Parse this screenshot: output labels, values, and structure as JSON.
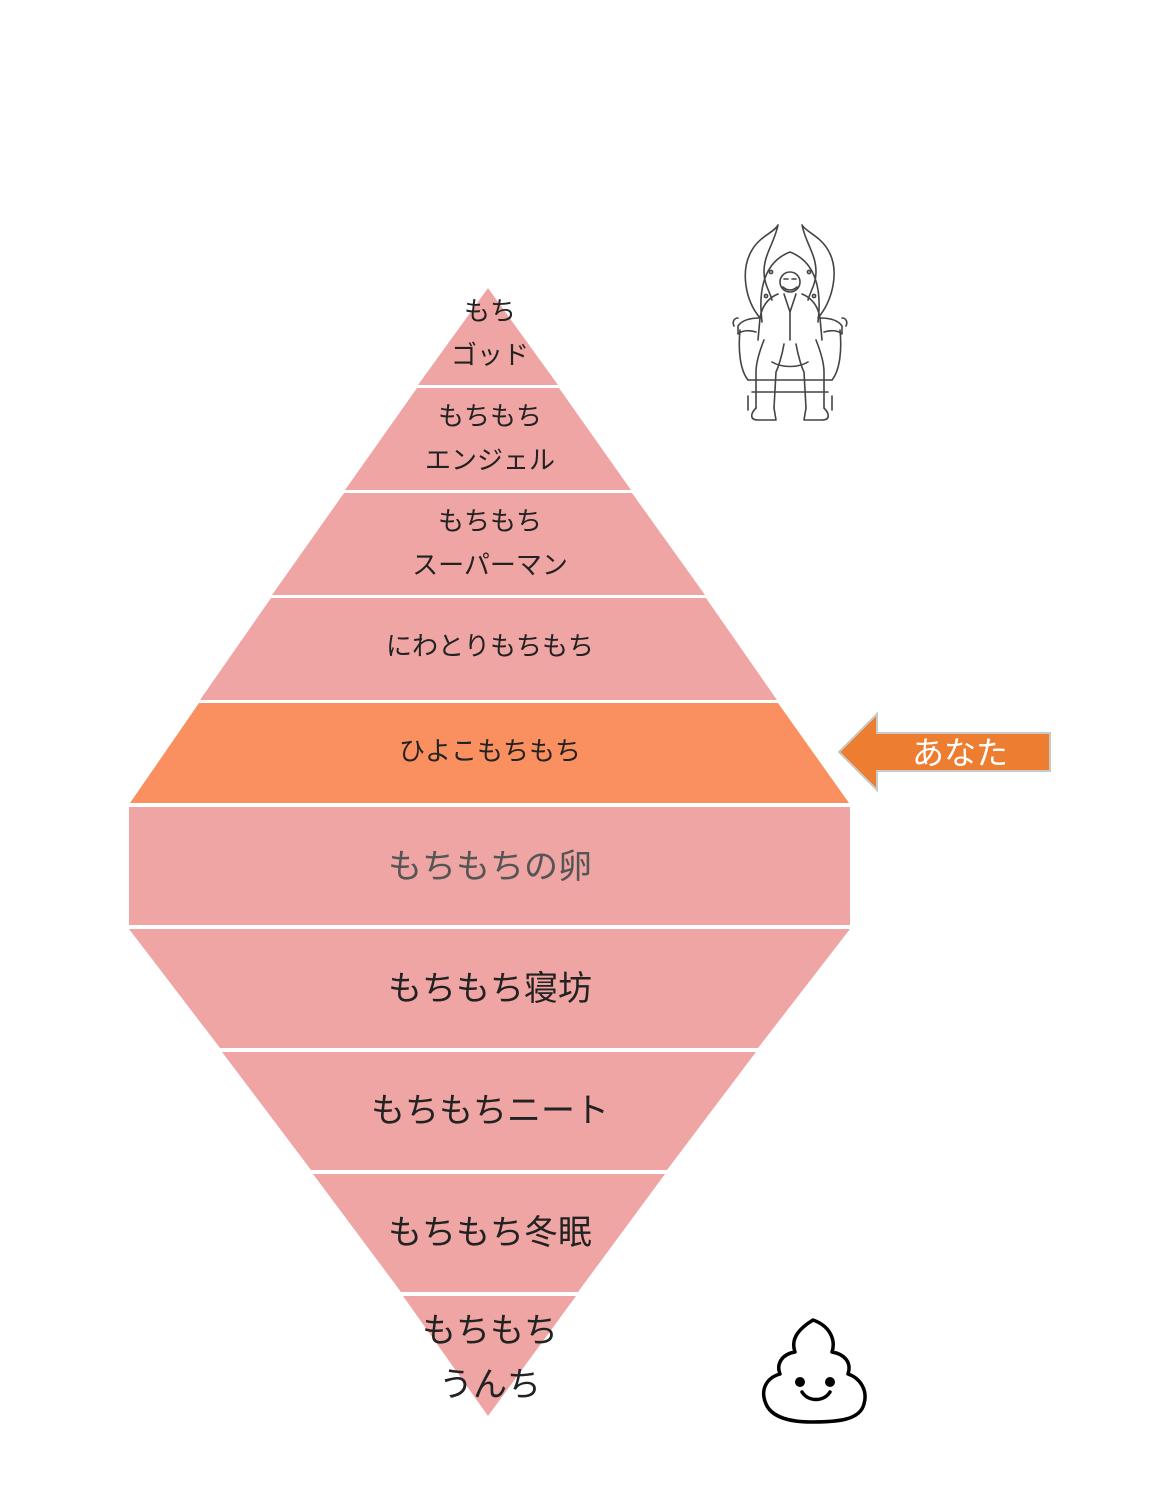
{
  "colors": {
    "tier": "#eea5a3",
    "current_tier": "#fa8f60",
    "arrow": "#ed7d31",
    "divider": "#ffffff"
  },
  "tiers": [
    {
      "line1": "もち",
      "line2": "ゴッド"
    },
    {
      "line1": "もちもち",
      "line2": "エンジェル"
    },
    {
      "line1": "もちもち",
      "line2": "スーパーマン"
    },
    {
      "line1": "にわとりもちもち"
    },
    {
      "line1": "ひよこもちもち",
      "current": true
    },
    {
      "line1": "もちもちの卵"
    },
    {
      "line1": "もちもち寝坊"
    },
    {
      "line1": "もちもちニート"
    },
    {
      "line1": "もちもち冬眠"
    },
    {
      "line1": "もちもち",
      "line2": "うんち"
    }
  ],
  "marker": {
    "label": "あなた"
  },
  "icons": {
    "top": "king-on-throne-icon",
    "bottom": "poop-icon"
  }
}
